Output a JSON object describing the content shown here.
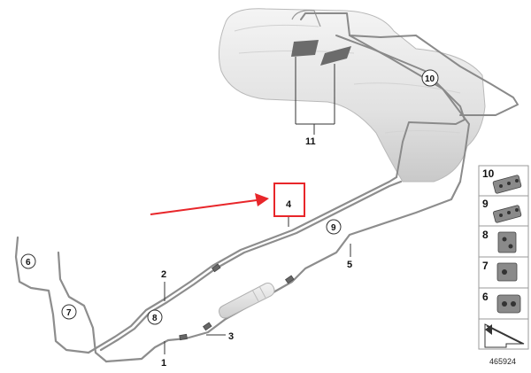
{
  "diagram": {
    "id_number": "465924",
    "highlighted_part": "4",
    "highlight_color": "#e8262a",
    "callouts": {
      "c1": "1",
      "c2": "2",
      "c3": "3",
      "c4": "4",
      "c5": "5",
      "c11": "11"
    },
    "circled_labels": {
      "c6": "6",
      "c7": "7",
      "c8": "8",
      "c9": "9",
      "c10": "10"
    },
    "legend": [
      {
        "number": "10",
        "icon": "clip-icon"
      },
      {
        "number": "9",
        "icon": "clip-icon"
      },
      {
        "number": "8",
        "icon": "clip-icon"
      },
      {
        "number": "7",
        "icon": "clip-icon"
      },
      {
        "number": "6",
        "icon": "clip-icon"
      },
      {
        "number": "",
        "icon": "arrow-icon"
      }
    ]
  }
}
